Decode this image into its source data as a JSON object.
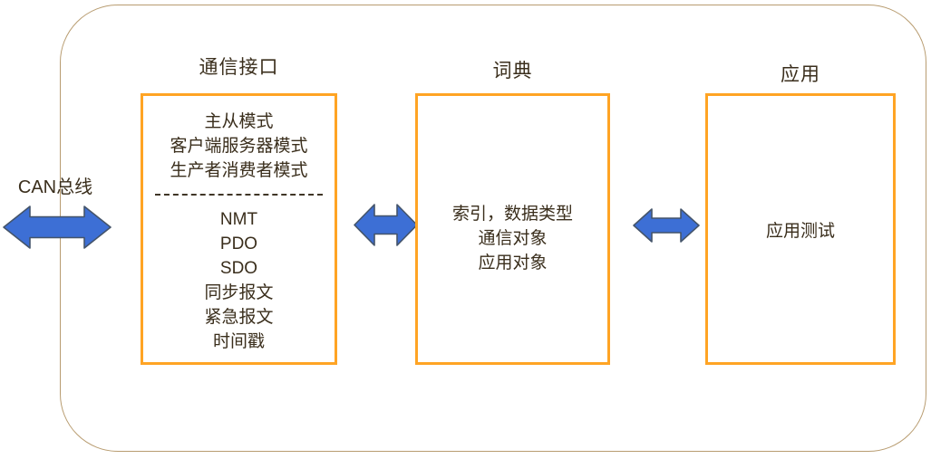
{
  "diagram": {
    "bus_label": "CAN总线",
    "columns": [
      {
        "title": "通信接口",
        "top_lines": [
          "主从模式",
          "客户端服务器模式",
          "生产者消费者模式"
        ],
        "bottom_lines": [
          "NMT",
          "PDO",
          "SDO",
          "同步报文",
          "紧急报文",
          "时间戳"
        ]
      },
      {
        "title": "词典",
        "lines": [
          "索引，数据类型",
          "通信对象",
          "应用对象"
        ]
      },
      {
        "title": "应用",
        "lines": [
          "应用测试"
        ]
      }
    ],
    "arrows": [
      {
        "name": "can-bus-double-arrow"
      },
      {
        "name": "interface-dictionary-double-arrow"
      },
      {
        "name": "dictionary-application-double-arrow"
      }
    ]
  },
  "colors": {
    "outer_border": "#B89C70",
    "box_border": "#FFA424",
    "arrow_fill": "#3D6FD5",
    "arrow_stroke": "#44546A",
    "text": "#3A2E1C",
    "divider": "#3F3526",
    "background": "#FFFFFF"
  }
}
